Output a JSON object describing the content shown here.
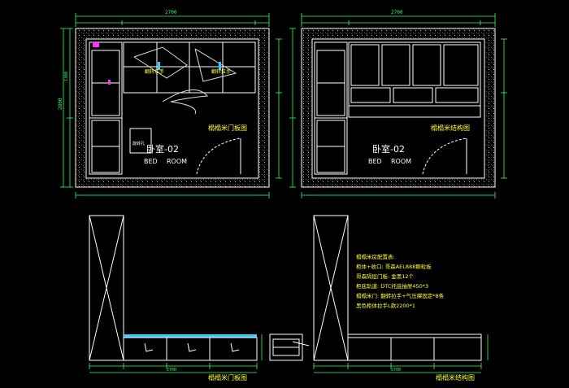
{
  "colors": {
    "background": "#000000",
    "wall": "#ffffff",
    "cabinet": "#ffffff",
    "dimension": "#33ff66",
    "label": "#ffff33",
    "handle": "#33ccff",
    "accent": "#ff33ff"
  },
  "views": {
    "door_elevation": {
      "title": "榻榻米门板图",
      "room_cn": "卧室-02",
      "room_en_1": "BED",
      "room_en_2": "ROOM",
      "handle_1": "翻转拉手",
      "handle_2": "翻转拉手",
      "sign_label": "旋转孔"
    },
    "structure_elevation": {
      "title": "榻榻米结构图",
      "room_cn": "卧室-02",
      "room_en_1": "BED",
      "room_en_2": "ROOM"
    },
    "door_section": {
      "title": "榻榻米门板图"
    },
    "structure_section": {
      "title": "榻榻米结构图"
    }
  },
  "spec": {
    "heading": "榻榻米房配置表:",
    "lines": [
      "柜体+收口: 哥森AEL888颗粒板",
      "哥森隔层门板: 金黑12个",
      "柜底轨道: DTC托底抽屉450*3",
      "榻榻米门: 翻转拉手+气压撑固定*8条",
      "黑色柜体拉手L款2200*1"
    ]
  },
  "dims": {
    "top_left": "2700",
    "top_right": "2700",
    "left_total": "2800",
    "left_upper": "1300",
    "bottom_left": "2700",
    "bottom_right": "2700"
  }
}
